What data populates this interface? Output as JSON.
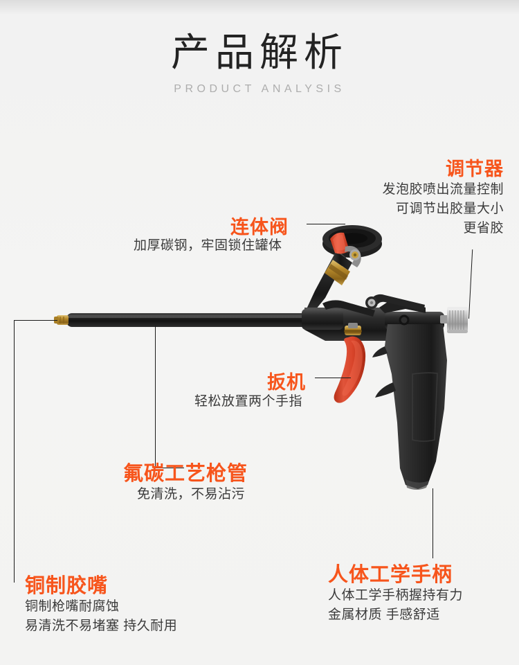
{
  "page": {
    "bg_top": "#dcdcdc",
    "bg_main": "#f4f4f3",
    "accent": "#f7551c",
    "body_text_color": "#3b3b3b"
  },
  "header": {
    "title_zh": "产品解析",
    "title_en": "PRODUCT  ANALYSIS"
  },
  "annotations": [
    {
      "id": "regulator",
      "heading": "调节器",
      "lines": [
        "发泡胶喷出流量控制",
        "可调节出胶量大小",
        "更省胶"
      ],
      "align": "right"
    },
    {
      "id": "valve",
      "heading": "连体阀",
      "lines": [
        "加厚碳钢，牢固锁住罐体"
      ],
      "align": "left"
    },
    {
      "id": "trigger",
      "heading": "扳机",
      "lines": [
        "轻松放置两个手指"
      ],
      "align": "left"
    },
    {
      "id": "barrel",
      "heading": "氟碳工艺枪管",
      "lines": [
        "免清洗，不易沾污"
      ],
      "align": "left"
    },
    {
      "id": "nozzle",
      "heading": "铜制胶嘴",
      "lines": [
        "铜制枪嘴耐腐蚀",
        "易清洗不易堵塞  持久耐用"
      ],
      "align": "left"
    },
    {
      "id": "handle",
      "heading": "人体工学手柄",
      "lines": [
        "人体工学手柄握持有力",
        "金属材质  手感舒适"
      ],
      "align": "left"
    }
  ],
  "product": {
    "name": "foam-gun",
    "colors": {
      "body_black": "#1c1c1c",
      "body_black_light": "#3a3a3a",
      "trigger_red": "#d9452c",
      "brass": "#b9862c",
      "steel": "#c9c9c9"
    }
  }
}
